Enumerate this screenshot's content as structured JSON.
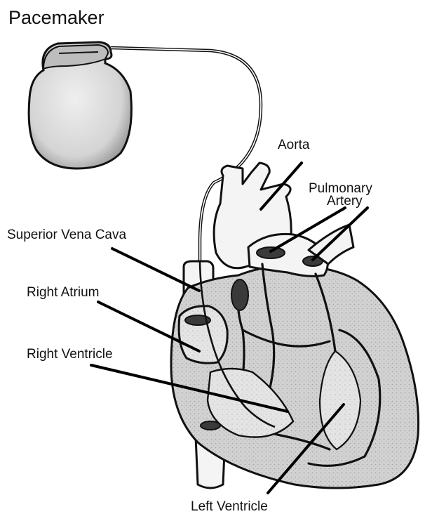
{
  "diagram": {
    "title": "Pacemaker",
    "labels": {
      "aorta": "Aorta",
      "pulmonary_artery_line1": "Pulmonary",
      "pulmonary_artery_line2": "Artery",
      "superior_vena_cava": "Superior Vena Cava",
      "right_atrium": "Right Atrium",
      "right_ventricle": "Right Ventricle",
      "left_ventricle": "Left Ventricle"
    },
    "colors": {
      "ink": "#111111",
      "tissue_shade": "#cfcfcf",
      "device_shade": "#d9d9d9",
      "background": "#ffffff"
    }
  }
}
